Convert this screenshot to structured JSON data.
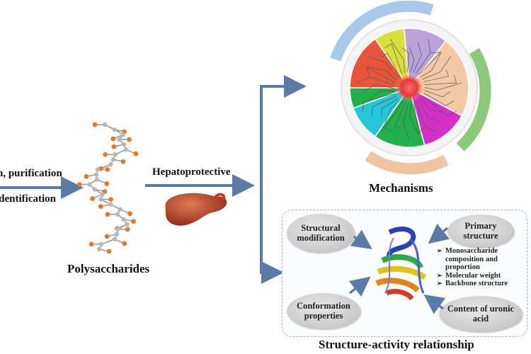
{
  "extraction": {
    "line1": "n, purification",
    "line2": "identification"
  },
  "hepatoprotective_label": "Hepatoprotective",
  "polysaccharides_label": "Polysaccharides",
  "mechanisms_label": "Mechanisms",
  "sar": {
    "title": "Structure-activity relationship",
    "structural_modification": "Structural modification",
    "conformation_properties": "Conformation properties",
    "primary_structure": "Primary structure",
    "uronic_acid": "Content of uronic acid",
    "bullets": [
      "Monosaccharide composition and proportion",
      "Molecular weight",
      "Backbone structure"
    ]
  },
  "colors": {
    "arrow": "#5b7ba6",
    "wheel_red": "#e8553a",
    "wheel_yellow": "#d9df3a",
    "wheel_green": "#22b04b",
    "wheel_cyan": "#26c6d8",
    "wheel_magenta": "#d42fc8",
    "wheel_lavender": "#b9a3d9",
    "wheel_peach": "#f4c8a5",
    "outer_ring_blue": "#a9c7e6",
    "outer_ring_green": "#8cc97a",
    "outer_ring_peach": "#f0c4a3",
    "liver": "#b8402a"
  }
}
